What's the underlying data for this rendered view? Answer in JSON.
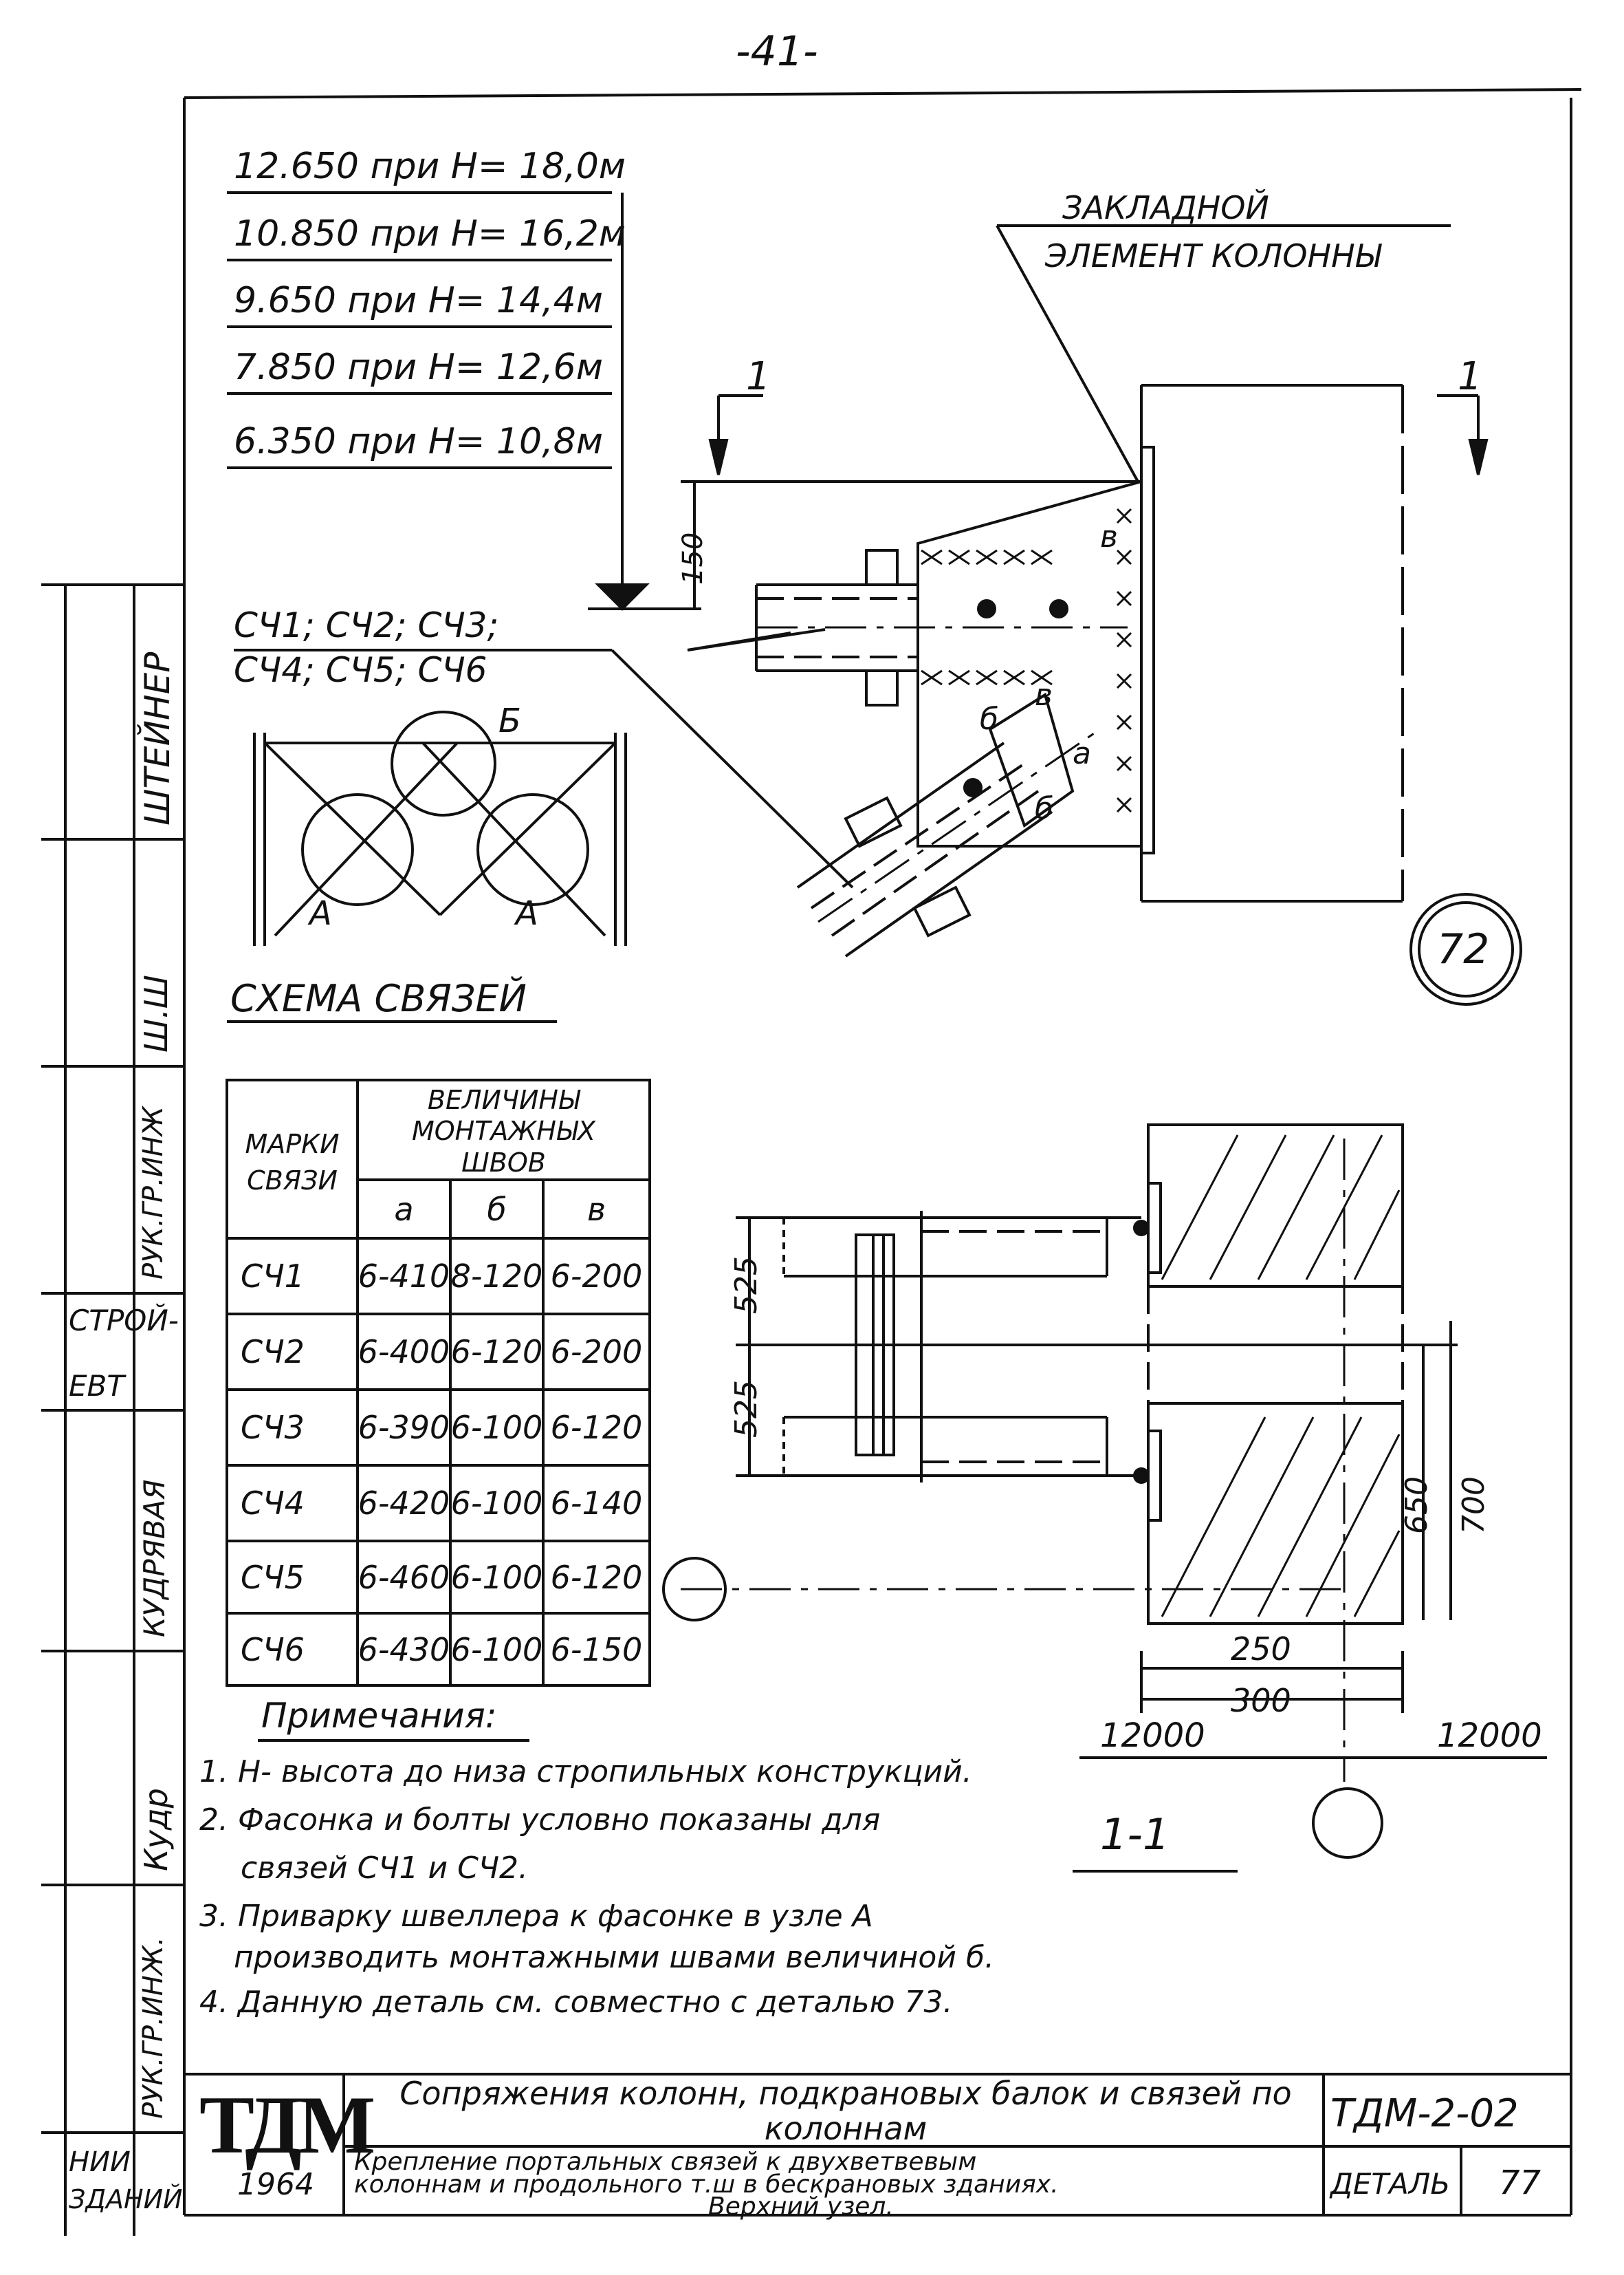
{
  "page_number": "-41-",
  "levels": [
    "12.650 при H= 18,0м",
    "10.850 при H= 16,2м",
    "9.650 при H= 14,4м",
    "7.850 при H= 12,6м",
    "6.350 при H= 10,8м"
  ],
  "embedded_label": [
    "ЗАКЛАДНОЙ",
    "ЭЛЕМЕНТ КОЛОННЫ"
  ],
  "section_mark": "1",
  "dim_150": "150",
  "brace_marks": [
    "СЧ1; СЧ2; СЧ3;",
    "СЧ4; СЧ5; СЧ6"
  ],
  "weld_labels": {
    "v_top": "в",
    "v_mid": "в",
    "b1": "б",
    "b2": "б",
    "a": "а"
  },
  "node_labels": {
    "b": "Б",
    "a_left": "А",
    "a_right": "А"
  },
  "detail_circle": "72",
  "schema_title": "СХЕМА СВЯЗЕЙ",
  "table": {
    "header_mark": "МАРКИ СВЯЗИ",
    "header_values": "ВЕЛИЧИНЫ МОНТАЖНЫХ ШВОВ",
    "columns": [
      "а",
      "б",
      "в"
    ],
    "rows": [
      [
        "СЧ1",
        "6-410",
        "8-120",
        "6-200"
      ],
      [
        "СЧ2",
        "6-400",
        "6-120",
        "6-200"
      ],
      [
        "СЧ3",
        "6-390",
        "6-100",
        "6-120"
      ],
      [
        "СЧ4",
        "6-420",
        "6-100",
        "6-140"
      ],
      [
        "СЧ5",
        "6-460",
        "6-100",
        "6-120"
      ],
      [
        "СЧ6",
        "6-430",
        "6-100",
        "6-150"
      ]
    ]
  },
  "section_dims": {
    "d525_top": "525",
    "d525_bottom": "525",
    "d650": "650",
    "d700": "700",
    "d250": "250",
    "d300": "300",
    "d12000_left": "12000",
    "d12000_right": "12000"
  },
  "section_label": "1-1",
  "notes_title": "Примечания:",
  "notes": [
    "1. H- высота до низа стропильных конструкций.",
    "2. Фасонка и болты условно показаны для",
    "связей СЧ1 и СЧ2.",
    "3. Приварку швеллера к фасонке в узле А",
    "производить монтажными швами величиной б.",
    "4. Данную деталь см. совместно с деталью 73."
  ],
  "stamp": {
    "logo": "ТДМ",
    "year": "1964",
    "title": "Сопряжения колонн, подкрановых балок и связей по колоннам",
    "subtitle": [
      "Крепление портальных связей к двухветвевым",
      "колоннам и продольного т.ш в бескрановых зданиях.",
      "Верхний узел."
    ],
    "code": "ТДМ-2-02",
    "detail_label": "ДЕТАЛЬ",
    "detail_no": "77"
  },
  "side_stamp": {
    "names": [
      "ШТЕЙНЕР",
      "Ш.Ш",
      "РУК.ГР.ИНЖ",
      "СТРОЙ-",
      "ЕВТ",
      "КУДРЯВАЯ",
      "Кудр",
      "РУК.ГР.ИНЖ."
    ],
    "bottom": [
      "НИИ",
      "ЗДАНИЙ"
    ]
  }
}
